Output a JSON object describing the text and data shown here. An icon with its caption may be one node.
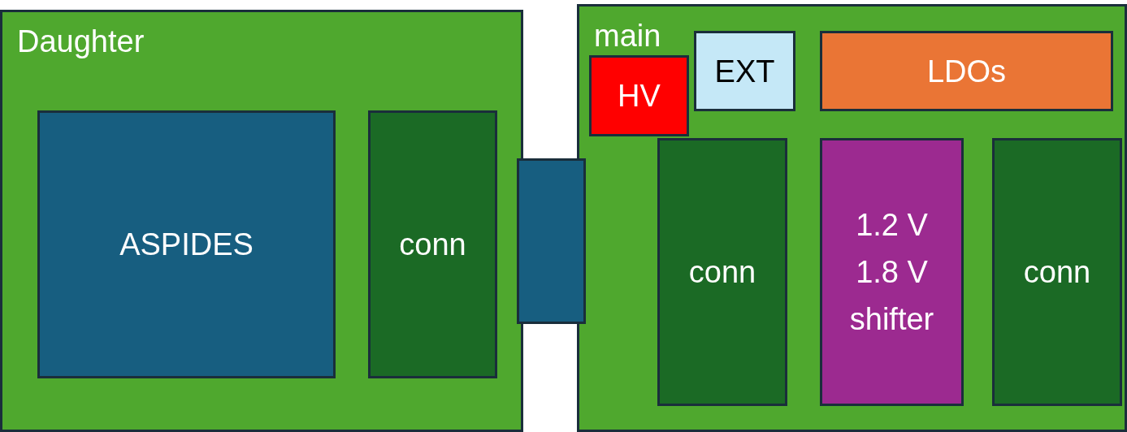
{
  "diagram": {
    "nodes": [
      {
        "text": [
          "Daughter"
        ]
      },
      {
        "text": [
          "ASPIDES"
        ],
        "in": 0
      },
      {
        "text": [
          "conn"
        ],
        "in": 0
      },
      {
        "text": [],
        "shape": "box"
      },
      {
        "text": [
          "main"
        ]
      },
      {
        "text": [
          "HV"
        ],
        "in": 4
      },
      {
        "text": [
          "EXT"
        ],
        "in": 4
      },
      {
        "text": [
          "LDOs"
        ],
        "in": 4
      },
      {
        "text": [
          "conn"
        ],
        "in": 4
      },
      {
        "text": [
          "1.2 V 1.8 V shifter"
        ],
        "in": 4
      },
      {
        "text": [
          "conn"
        ],
        "in": 4
      }
    ]
  }
}
